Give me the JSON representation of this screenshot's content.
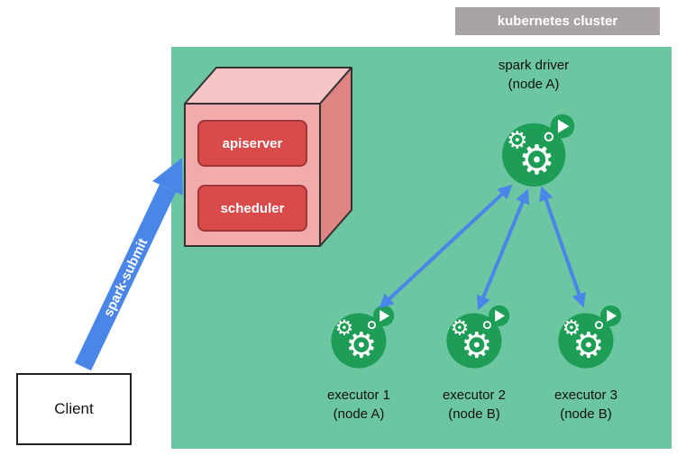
{
  "cluster": {
    "tag_label": "kubernetes cluster"
  },
  "client": {
    "label": "Client"
  },
  "spark_submit": {
    "label": "spark-submit"
  },
  "control_plane": {
    "apiserver_label": "apiserver",
    "scheduler_label": "scheduler"
  },
  "driver": {
    "name": "spark driver",
    "node": "(node A)"
  },
  "executors": [
    {
      "name": "executor 1",
      "node": "(node A)"
    },
    {
      "name": "executor 2",
      "node": "(node B)"
    },
    {
      "name": "executor 3",
      "node": "(node B)"
    }
  ],
  "icons": {
    "gear": "⚙"
  },
  "colors": {
    "cluster_bg": "#6cc6a1",
    "cluster_label_bg": "#a9a3a3",
    "arrow_blue": "#4a86e8",
    "pod_green": "#1d9d55",
    "control_red": "#d94a4a",
    "cube_front": "#f2abab",
    "cube_top": "#f6c6c6",
    "cube_side": "#e08383"
  }
}
